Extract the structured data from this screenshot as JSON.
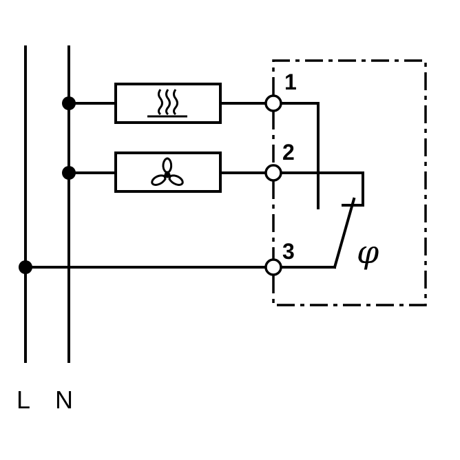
{
  "diagram": {
    "rails": {
      "line_label": "L",
      "neutral_label": "N"
    },
    "terminals": [
      "1",
      "2",
      "3"
    ],
    "components": {
      "heater_icon": "heater-icon",
      "fan_icon": "fan-icon"
    },
    "sensor_symbol": "φ",
    "colors": {
      "ink": "#000000",
      "background": "#ffffff"
    }
  }
}
